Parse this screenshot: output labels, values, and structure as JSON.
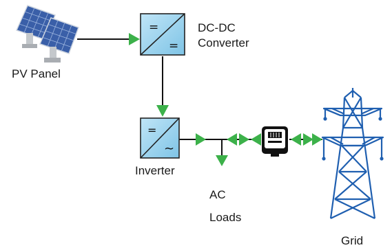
{
  "labels": {
    "pv_panel": "PV Panel",
    "dc_converter_line1": "DC-DC",
    "dc_converter_line2": "Converter",
    "inverter": "Inverter",
    "ac_loads_line1": "AC",
    "ac_loads_line2": "Loads",
    "grid": "Grid"
  },
  "symbols": {
    "converter_top": "=",
    "converter_bottom": "=",
    "inverter_top": "=",
    "inverter_bottom": "∼"
  },
  "icons": {
    "pv_panel": "solar-panel-icon",
    "meter": "electric-meter-icon",
    "grid": "transmission-tower-icon"
  },
  "colors": {
    "box_fill": "#9bd3ee",
    "box_stroke": "#222222",
    "arrow": "#3cb14a",
    "line": "#111111",
    "tower": "#1f5fb0",
    "panel_cell": "#3a5fa8"
  }
}
